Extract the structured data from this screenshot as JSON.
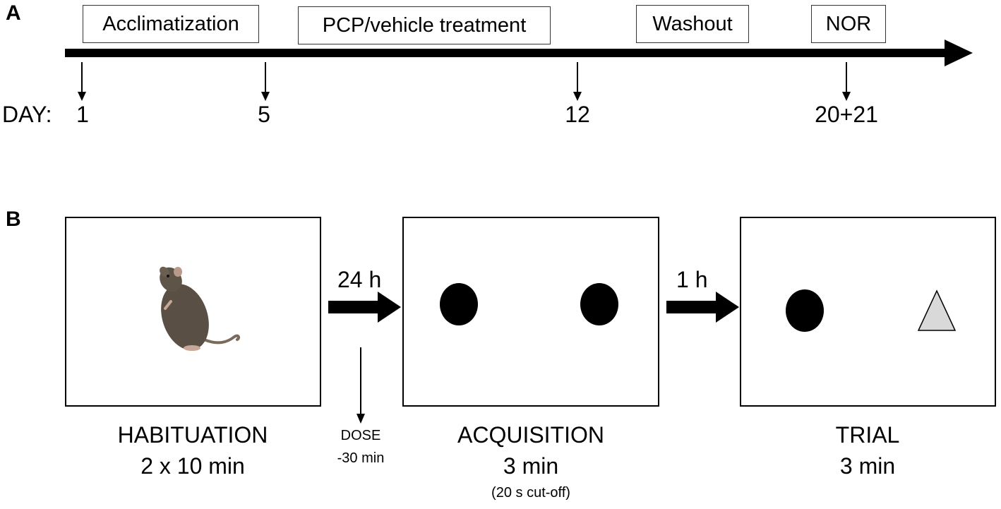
{
  "panel_a": {
    "label": "A",
    "phases": [
      {
        "label": "Acclimatization"
      },
      {
        "label": "PCP/vehicle treatment"
      },
      {
        "label": "Washout"
      },
      {
        "label": "NOR"
      }
    ],
    "day_prefix": "DAY:",
    "days": [
      "1",
      "5",
      "12",
      "20+21"
    ]
  },
  "panel_b": {
    "label": "B",
    "stages": [
      {
        "title": "HABITUATION",
        "duration": "2 x 10 min",
        "note": ""
      },
      {
        "title": "ACQUISITION",
        "duration": "3 min",
        "note": "(20 s cut-off)"
      },
      {
        "title": "TRIAL",
        "duration": "3 min",
        "note": ""
      }
    ],
    "intervals": [
      "24 h",
      "1 h"
    ],
    "dose": {
      "label": "DOSE",
      "time": "-30 min"
    }
  },
  "colors": {
    "ink": "#000000",
    "triangle_fill": "#d9d9d9",
    "rat_body": "#5a4f44"
  }
}
